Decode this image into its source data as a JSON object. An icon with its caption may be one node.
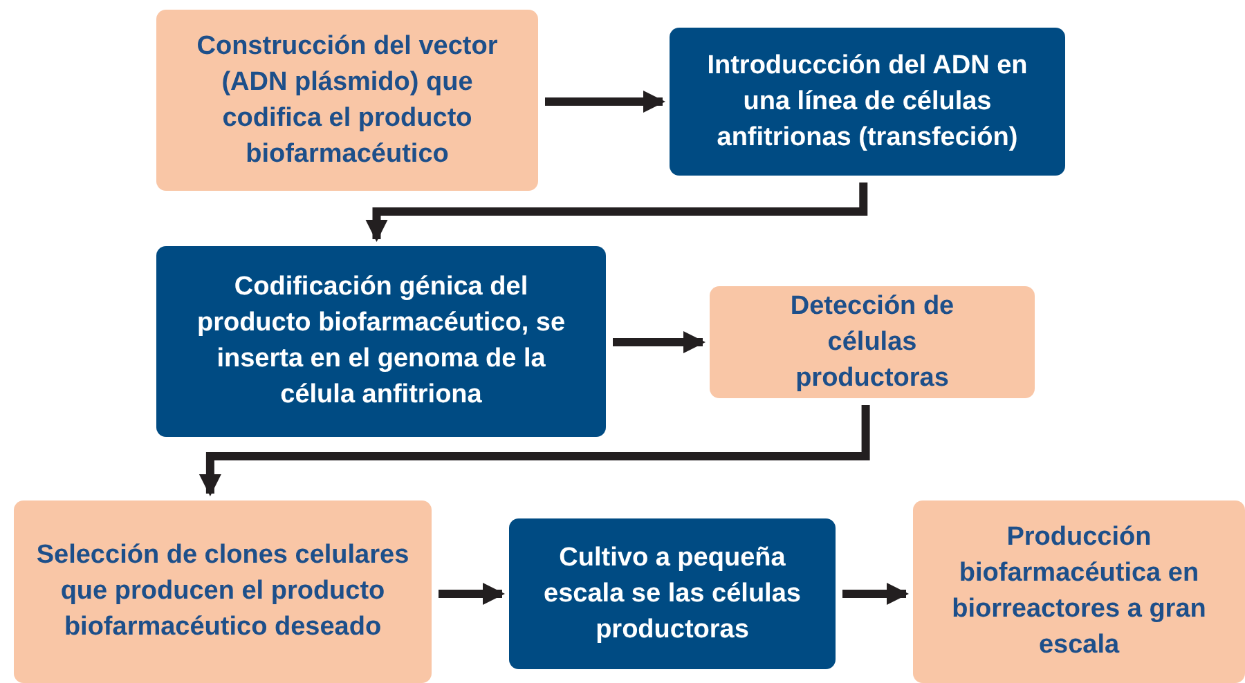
{
  "diagram": {
    "nodes": [
      {
        "text": [
          "Construcción del vector (ADN plásmido) que codifica el producto biofarmacéutico"
        ]
      },
      {
        "text": [
          "Introduccción del ADN en una línea de células anfitrionas (transfeción)"
        ]
      },
      {
        "text": [
          "Codificación génica del producto biofarmacéutico, se inserta en el genoma de la célula anfitriona"
        ]
      },
      {
        "text": [
          "Detección de células productoras"
        ]
      },
      {
        "text": [
          "Selección de clones celulares que producen el producto biofarmacéutico deseado"
        ]
      },
      {
        "text": [
          "Cultivo a pequeña escala se las células productoras"
        ]
      },
      {
        "text": [
          "Producción biofarmacéutica en biorreactores a gran escala"
        ]
      }
    ],
    "edges": [
      {
        "from": 0,
        "to": 1,
        "arrow": "to"
      },
      {
        "from": 1,
        "to": 2,
        "arrow": "to"
      },
      {
        "from": 2,
        "to": 3,
        "arrow": "to"
      },
      {
        "from": 3,
        "to": 4,
        "arrow": "to"
      },
      {
        "from": 4,
        "to": 5,
        "arrow": "to"
      },
      {
        "from": 5,
        "to": 6,
        "arrow": "to"
      }
    ]
  }
}
